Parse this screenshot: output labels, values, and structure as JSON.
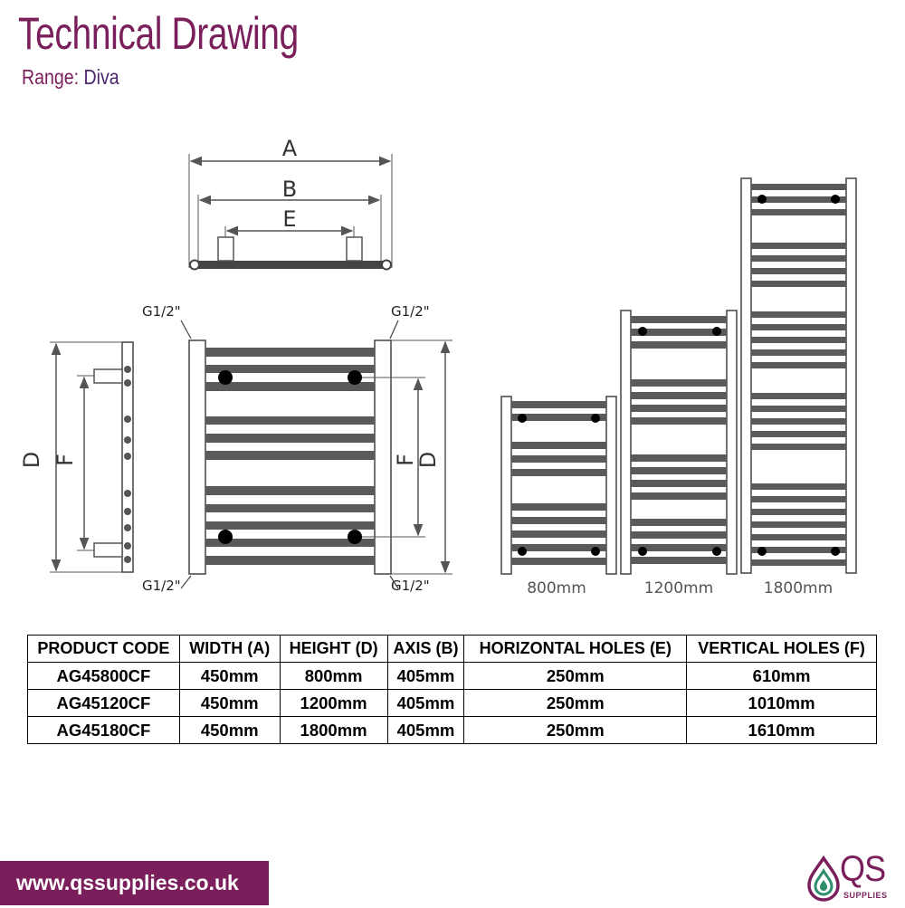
{
  "header": {
    "title": "Technical Drawing",
    "range_label": "Range:",
    "range_value": "Diva"
  },
  "drawing": {
    "dim_a": "A",
    "dim_b": "B",
    "dim_e": "E",
    "dim_d": "D",
    "dim_f": "F",
    "thread_label": "G1/2\"",
    "sizes": [
      "800mm",
      "1200mm",
      "1800mm"
    ]
  },
  "table": {
    "headers": [
      "PRODUCT CODE",
      "WIDTH (A)",
      "HEIGHT (D)",
      "AXIS (B)",
      "HORIZONTAL HOLES (E)",
      "VERTICAL HOLES (F)"
    ],
    "rows": [
      [
        "AG45800CF",
        "450mm",
        "800mm",
        "405mm",
        "250mm",
        "610mm"
      ],
      [
        "AG45120CF",
        "450mm",
        "1200mm",
        "405mm",
        "250mm",
        "1010mm"
      ],
      [
        "AG45180CF",
        "450mm",
        "1800mm",
        "405mm",
        "250mm",
        "1610mm"
      ]
    ]
  },
  "footer": {
    "url": "www.qssupplies.co.uk",
    "logo_text": "QS",
    "logo_subtext": "SUPPLIES"
  },
  "colors": {
    "brand": "#7a1f5c",
    "rail_fill": "#5a5a5a",
    "line": "#555555"
  },
  "icons": {
    "logo": "water-drop-logo-icon"
  }
}
